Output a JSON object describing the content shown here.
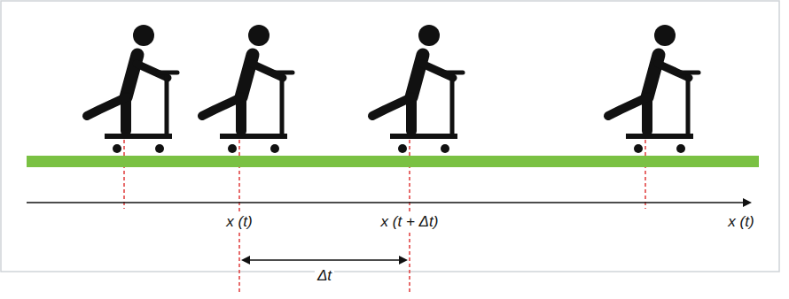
{
  "diagram": {
    "labels": [
      "x (t)",
      "x (t + Δt)",
      "x (t)",
      "Δt"
    ]
  }
}
